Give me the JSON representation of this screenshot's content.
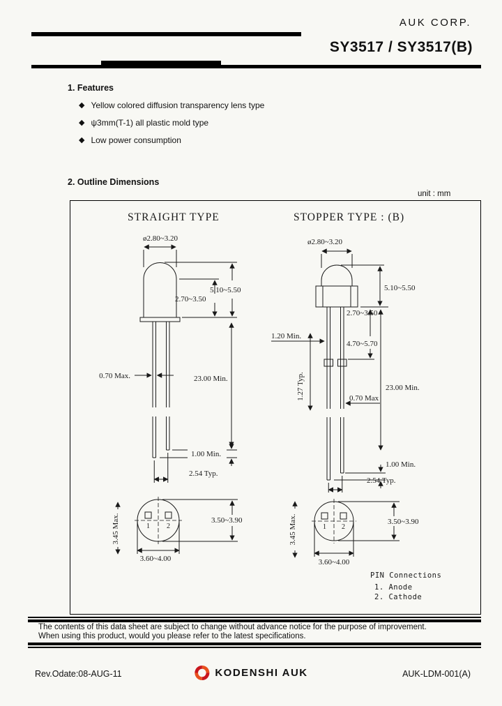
{
  "header": {
    "company": "AUK  CORP.",
    "title": "SY3517 / SY3517(B)"
  },
  "features": {
    "heading": "1. Features",
    "bullet": "◆",
    "items": [
      "Yellow colored diffusion transparency lens type",
      "ψ3mm(T-1) all plastic mold type",
      "Low power consumption"
    ]
  },
  "outline": {
    "heading": "2. Outline Dimensions",
    "unit": "unit : mm",
    "straight": {
      "title": "STRAIGHT   TYPE",
      "pin1": "1",
      "pin2": "2",
      "dims": {
        "lens_dia": "ø2.80~3.20",
        "epoxy_h": "5.10~5.50",
        "body_h": "2.70~3.50",
        "lead_w": "0.70 Max.",
        "lead_len": "23.00 Min.",
        "tip_len": "1.00 Min.",
        "lead_pitch": "2.54 Typ.",
        "base_h_view": "3.50~3.90",
        "flat_w": "3.45 Max.",
        "flange_dia": "3.60~4.00"
      }
    },
    "stopper": {
      "title": "STOPPER   TYPE : (B)",
      "pin1": "1",
      "pin2": "2",
      "dims": {
        "lens_dia": "ø2.80~3.20",
        "epoxy_h": "5.10~5.50",
        "body_h": "2.70~3.50",
        "standoff": "1.20 Min.",
        "stopper_h": "4.70~5.70",
        "lead_len": "23.00 Min.",
        "stopper_pitch": "1.27 Typ.",
        "lead_w": "0.70 Max",
        "tip_len": "1.00 Min.",
        "lead_pitch": "2.54 Typ.",
        "base_h_view": "3.50~3.90",
        "flat_w": "3.45 Max.",
        "flange_dia": "3.60~4.00"
      }
    },
    "pin_connections": {
      "title": "PIN Connections",
      "pin1": "1. Anode",
      "pin2": "2. Cathode"
    }
  },
  "footer": {
    "disclaimer_line1": "The contents of this data sheet are subject to change without advance notice for the purpose of improvement.",
    "disclaimer_line2": "When using this product, would you please refer to the latest specifications.",
    "revision": "Rev.Odate:08-AUG-11",
    "logo_text": "KODENSHI AUK",
    "doc_number": "AUK-LDM-001(A)"
  }
}
